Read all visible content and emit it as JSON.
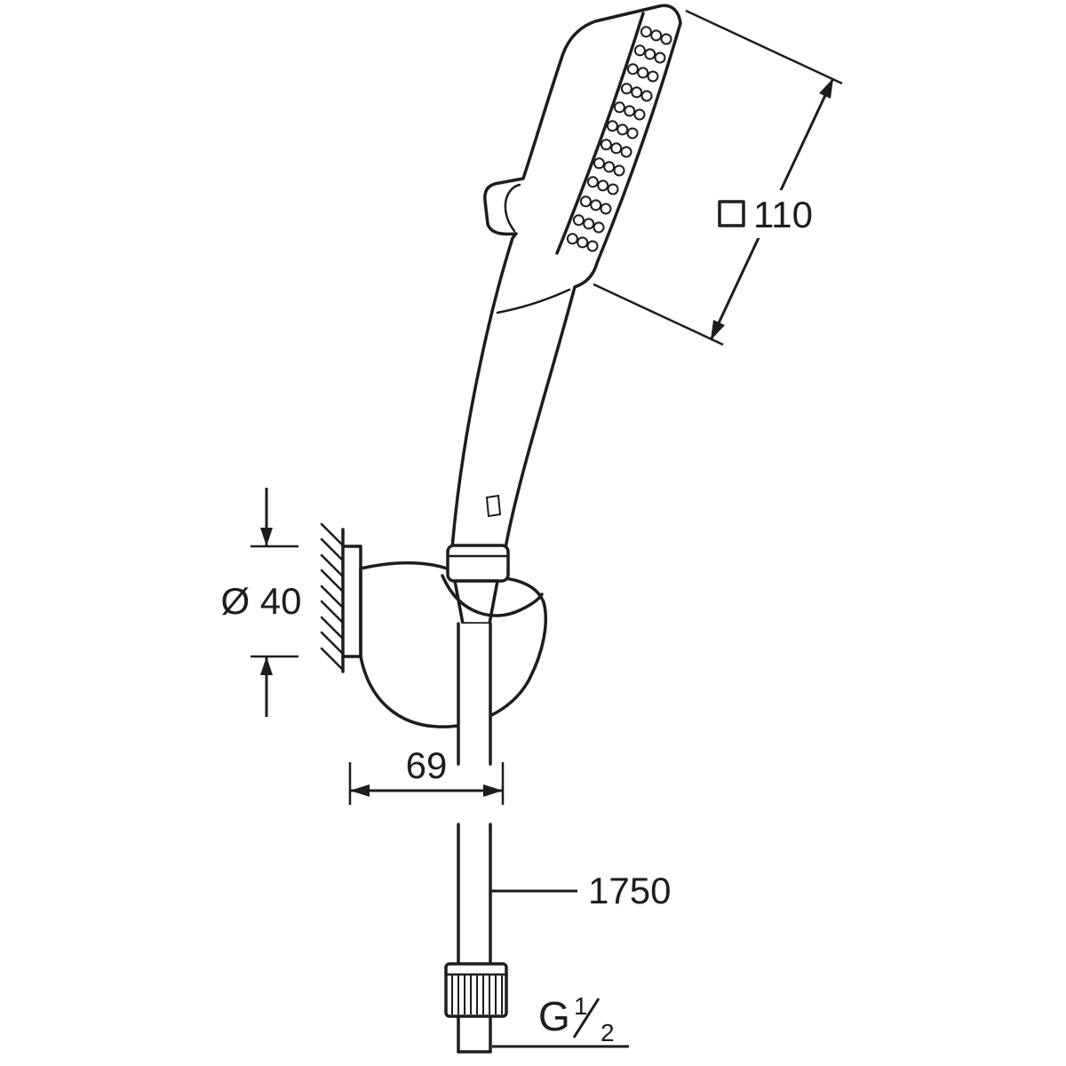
{
  "drawing": {
    "background_color": "#ffffff",
    "line_color": "#1d1d1b",
    "subject": "hand shower with wall holder and hose - dimensional drawing"
  },
  "dimensions": {
    "head_width": {
      "symbol": "□",
      "value": "110"
    },
    "holder_diameter": {
      "label": "Ø 40"
    },
    "projection": {
      "label": "69"
    },
    "hose_length": {
      "label": "1750"
    },
    "thread": {
      "label": "G 1/2",
      "prefix": "G",
      "numerator": "1",
      "slash": "/",
      "denominator": "2"
    }
  }
}
